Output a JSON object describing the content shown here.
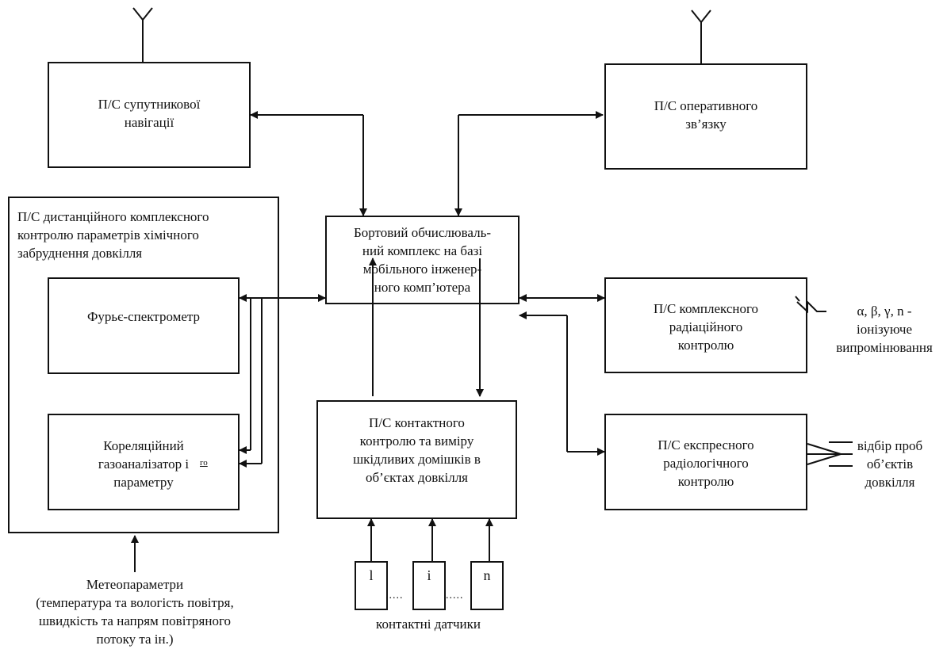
{
  "diagram": {
    "nav": "П/С супутникової\nнавігації",
    "comm": "П/С оперативного\nзв’язку",
    "remote_title": "П/С дистанційного комплексного\nконтролю параметрів хімічного\nзабруднення довкілля",
    "fourier": "Фурьє-спектрометр",
    "correl": "Кореляційний\nгазоаналізатор і\nпараметру",
    "correl_sup": "го",
    "computer": "Бортовий обчислюваль-\nний комплекс на базі\nмобільного інженер-\nного комп’ютера",
    "radiation": "П/С комплексного\nрадіаційного\nконтролю",
    "radiation_input": "α, β, γ, n -\nіонізуюче\nвипромінювання",
    "express": "П/С експресного\nрадіологічного\nконтролю",
    "express_input": "відбір проб\nоб’єктів\nдовкілля",
    "contact": "П/С контактного\nконтролю та виміру\nшкідливих домішків в\nоб’єктах довкілля",
    "sensors": [
      "l",
      "i",
      "n"
    ],
    "sensor_dots": ".....",
    "sensors_label": "контактні датчики",
    "meteo": "Метеопараметри\n(температура та вологість повітря,\nшвидкість та напрям  повітряного\nпотоку та ін.)"
  }
}
